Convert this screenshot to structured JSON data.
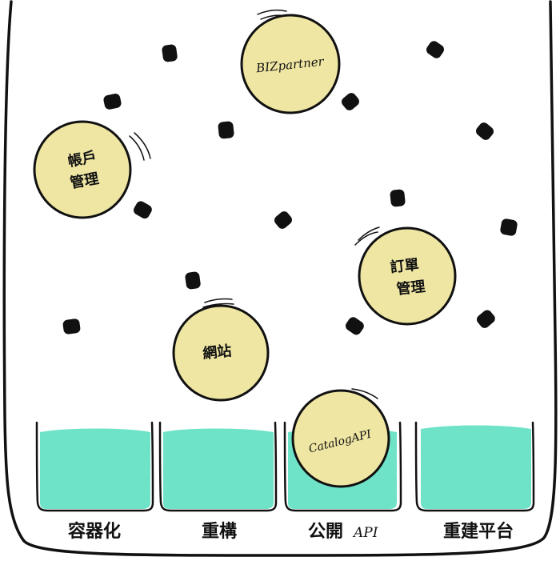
{
  "colors": {
    "ball_fill": "#efe6a3",
    "bin_fill": "#6ee3c8",
    "outline": "#111111",
    "background": "#ffffff"
  },
  "balls": [
    {
      "id": "bizpartner",
      "lines": [
        "BIZpartner"
      ]
    },
    {
      "id": "account-mgmt",
      "lines": [
        "帳戶",
        "管理"
      ]
    },
    {
      "id": "order-mgmt",
      "lines": [
        "訂單",
        "管理"
      ]
    },
    {
      "id": "website",
      "lines": [
        "網站"
      ]
    },
    {
      "id": "catalog-api",
      "lines": [
        "CatalogAPI"
      ]
    }
  ],
  "bins": [
    {
      "id": "containerize",
      "label": "容器化"
    },
    {
      "id": "refactor",
      "label": "重構"
    },
    {
      "id": "public-api",
      "label": "公開",
      "label_suffix": "API"
    },
    {
      "id": "replatform",
      "label": "重建平台"
    }
  ]
}
